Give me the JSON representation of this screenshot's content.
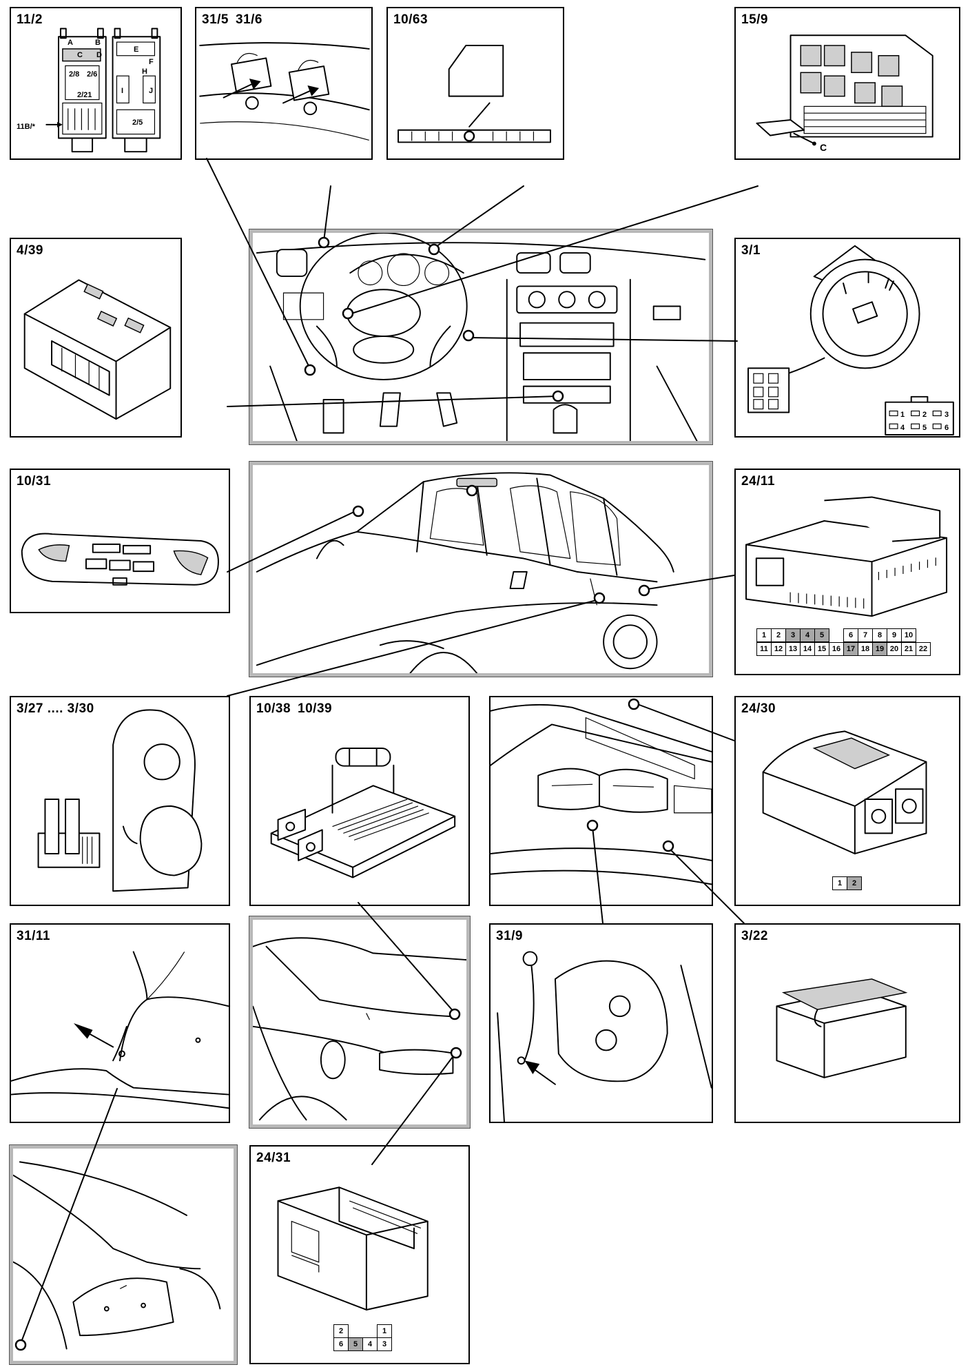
{
  "panels": {
    "p11_2": {
      "label": "11/2",
      "sub": {
        "a": "A",
        "b": "B",
        "c": "C",
        "d": "D",
        "e": "E",
        "f": "F",
        "h": "H",
        "i": "I",
        "j": "J",
        "r1": "2/8",
        "r2": "2/6",
        "r3": "2/21",
        "r4": "2/5",
        "fuse_ref": "11B/*"
      }
    },
    "p31_5": {
      "label1": "31/5",
      "label2": "31/6"
    },
    "p10_63": {
      "label": "10/63"
    },
    "p15_9": {
      "label": "15/9",
      "callout": "C"
    },
    "p4_39": {
      "label": "4/39"
    },
    "p3_1": {
      "label": "3/1",
      "pins": [
        "1",
        "2",
        "3",
        "4",
        "5",
        "6"
      ]
    },
    "p10_31": {
      "label": "10/31"
    },
    "p24_11": {
      "label": "24/11",
      "row1": [
        "1",
        "2",
        "3",
        "4",
        "5",
        "",
        "6",
        "7",
        "8",
        "9",
        "10"
      ],
      "row2": [
        "11",
        "12",
        "13",
        "14",
        "15",
        "16",
        "17",
        "18",
        "19",
        "20",
        "21",
        "22"
      ]
    },
    "p3_27": {
      "label": "3/27 .... 3/30"
    },
    "p10_38": {
      "label1": "10/38",
      "label2": "10/39"
    },
    "p24_30": {
      "label": "24/30",
      "pins": [
        "1",
        "2"
      ]
    },
    "p31_11": {
      "label": "31/11"
    },
    "p31_9": {
      "label": "31/9"
    },
    "p3_22": {
      "label": "3/22"
    },
    "p24_31": {
      "label": "24/31",
      "row1": [
        "2",
        "",
        "",
        "1"
      ],
      "row2": [
        "6",
        "5",
        "4",
        "3"
      ]
    }
  },
  "colors": {
    "ink": "#000000",
    "pin_shade": "#a8a8a8",
    "frame_hatch": "#b8b8b8"
  }
}
